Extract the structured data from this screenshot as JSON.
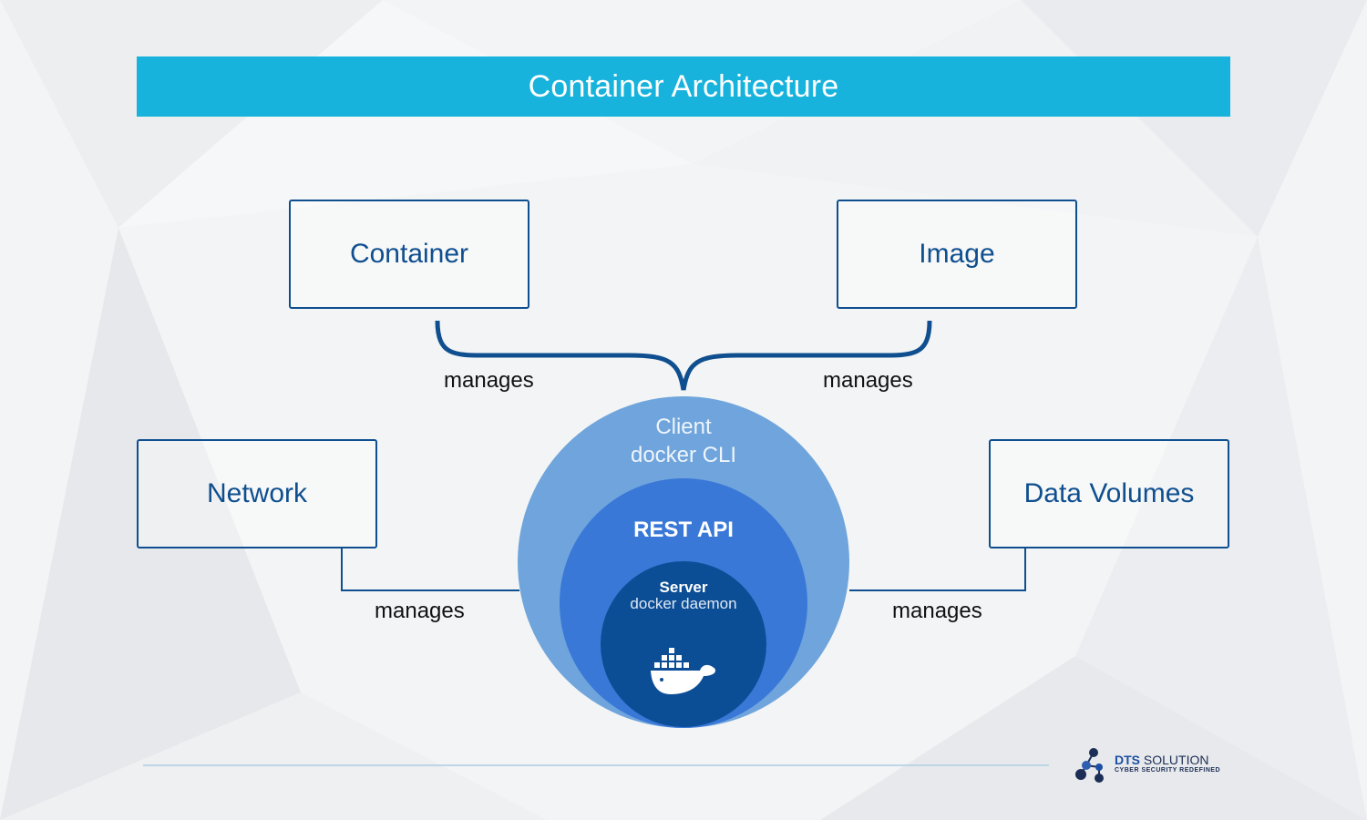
{
  "title": "Container Architecture",
  "nodes": {
    "container": "Container",
    "image": "Image",
    "network": "Network",
    "volumes": "Data Volumes"
  },
  "edges": {
    "container_manages": "manages",
    "image_manages": "manages",
    "network_manages": "manages",
    "volumes_manages": "manages"
  },
  "core": {
    "client_title": "Client",
    "client_sub": "docker CLI",
    "rest": "REST API",
    "server_title": "Server",
    "server_sub": "docker daemon"
  },
  "logo": {
    "name_part1": "DTS",
    "name_part2": " SOLUTION",
    "tagline": "CYBER SECURITY REDEFINED"
  },
  "colors": {
    "title_bar": "#17b3dc",
    "box_border": "#0f4f8f",
    "client_circle": "#6fa5dc",
    "rest_circle": "#3a78d8",
    "server_circle": "#0c4e96"
  },
  "icons": [
    "docker-whale-icon",
    "dts-logo-icon"
  ]
}
